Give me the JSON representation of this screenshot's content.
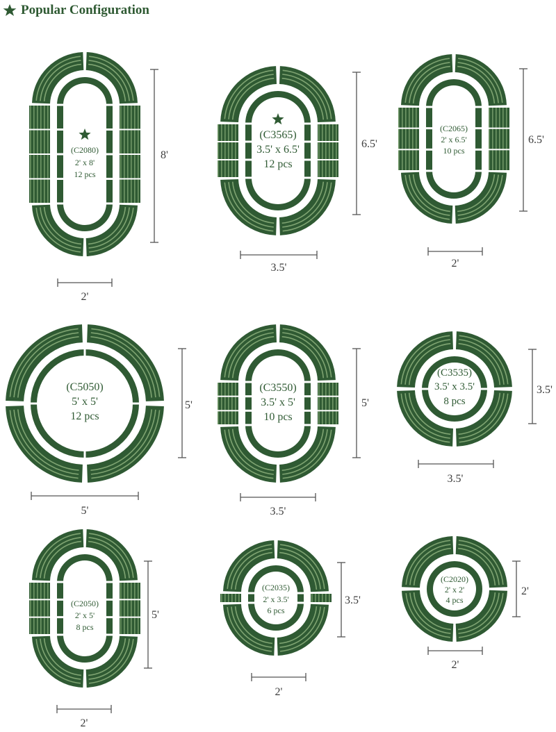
{
  "colors": {
    "dark": "#2f5a33",
    "stripe": "#7fa472",
    "dim": "#555555",
    "text": "#2f5a33",
    "dimText": "#3c3c3c"
  },
  "legend": {
    "icon": "star-icon",
    "label": "Popular Configuration"
  },
  "configurations": [
    {
      "id": "c2080",
      "code": "(C2080)",
      "size": "2' x 8'",
      "pieces": "12 pcs",
      "popular": true,
      "width_label": "2'",
      "length_label": "8'"
    },
    {
      "id": "c3565",
      "code": "(C3565)",
      "size": "3.5' x 6.5'",
      "pieces": "12 pcs",
      "popular": true,
      "width_label": "3.5'",
      "length_label": "6.5'"
    },
    {
      "id": "c2065",
      "code": "(C2065)",
      "size": "2' x 6.5'",
      "pieces": "10 pcs",
      "popular": false,
      "width_label": "2'",
      "length_label": "6.5'"
    },
    {
      "id": "c5050",
      "code": "(C5050)",
      "size": "5' x 5'",
      "pieces": "12 pcs",
      "popular": false,
      "width_label": "5'",
      "length_label": "5'"
    },
    {
      "id": "c3550",
      "code": "(C3550)",
      "size": "3.5' x 5'",
      "pieces": "10 pcs",
      "popular": false,
      "width_label": "3.5'",
      "length_label": "5'"
    },
    {
      "id": "c3535",
      "code": "(C3535)",
      "size": "3.5' x 3.5'",
      "pieces": "8 pcs",
      "popular": false,
      "width_label": "3.5'",
      "length_label": "3.5'"
    },
    {
      "id": "c2050",
      "code": "(C2050)",
      "size": "2' x 5'",
      "pieces": "8 pcs",
      "popular": false,
      "width_label": "2'",
      "length_label": "5'"
    },
    {
      "id": "c2035",
      "code": "(C2035)",
      "size": "2' x 3.5'",
      "pieces": "6 pcs",
      "popular": false,
      "width_label": "2'",
      "length_label": "3.5'"
    },
    {
      "id": "c2020",
      "code": "(C2020)",
      "size": "2' x 2'",
      "pieces": "4 pcs",
      "popular": false,
      "width_label": "2'",
      "length_label": "2'"
    }
  ]
}
